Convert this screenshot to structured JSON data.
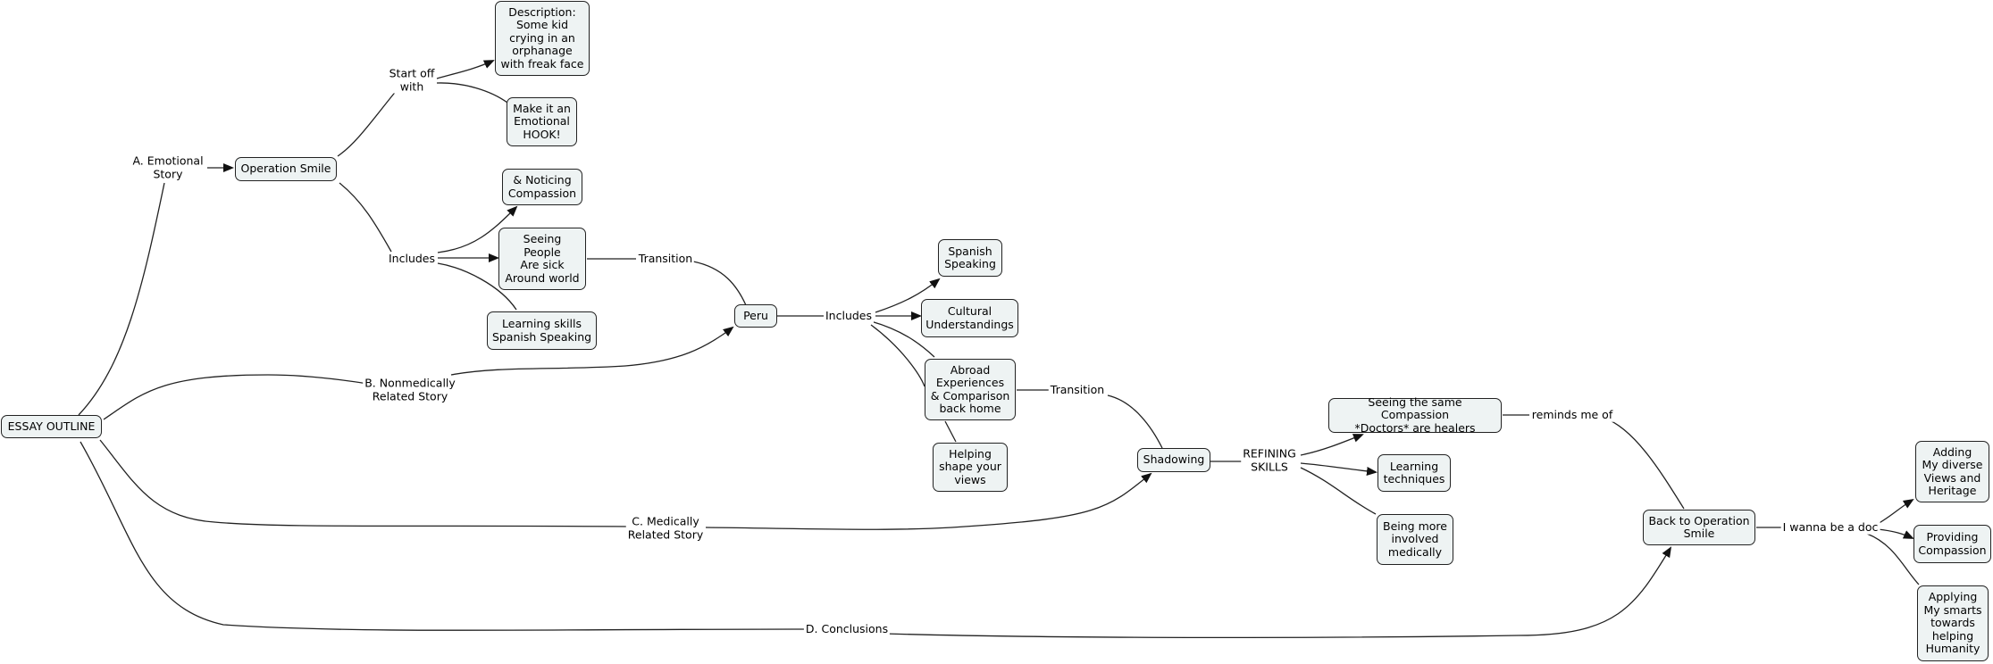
{
  "nodes": {
    "essay_outline": "ESSAY OUTLINE",
    "operation_smile": "Operation Smile",
    "description": "Description:\nSome kid\ncrying in an\norphanage\nwith freak face",
    "emotional_hook": "Make it an\nEmotional\nHOOK!",
    "noticing_compassion": "& Noticing\nCompassion",
    "seeing_people": "Seeing\nPeople\nAre sick\nAround world",
    "learning_skills": "Learning skills\nSpanish Speaking",
    "peru": "Peru",
    "spanish_speaking": "Spanish\nSpeaking",
    "cultural": "Cultural\nUnderstandings",
    "abroad": "Abroad\nExperiences\n& Comparison\nback home",
    "helping_shape": "Helping\nshape your\nviews",
    "shadowing": "Shadowing",
    "seeing_same": "Seeing the same Compassion\n*Doctors* are healers",
    "learning_techniques": "Learning\ntechniques",
    "more_involved": "Being more\ninvolved\nmedically",
    "back_to_os": "Back to Operation\nSmile",
    "adding_views": "Adding\nMy diverse\nViews and\nHeritage",
    "providing_compassion": "Providing\nCompassion",
    "applying_smarts": "Applying\nMy smarts\ntowards\nhelping\nHumanity"
  },
  "labels": {
    "a_emotional": "A. Emotional\nStory",
    "start_off": "Start off\nwith",
    "includes_1": "Includes",
    "transition_1": "Transition",
    "b_nonmedical": "B. Nonmedically\nRelated Story",
    "includes_2": "Includes",
    "transition_2": "Transition",
    "c_medical": "C. Medically\nRelated Story",
    "refining": "REFINING\nSKILLS",
    "reminds": "reminds me of",
    "d_conclusions": "D. Conclusions",
    "wanna_doc": "I wanna be a doc"
  },
  "colors": {
    "node_fill": "#eef3f3",
    "line": "#222222"
  }
}
